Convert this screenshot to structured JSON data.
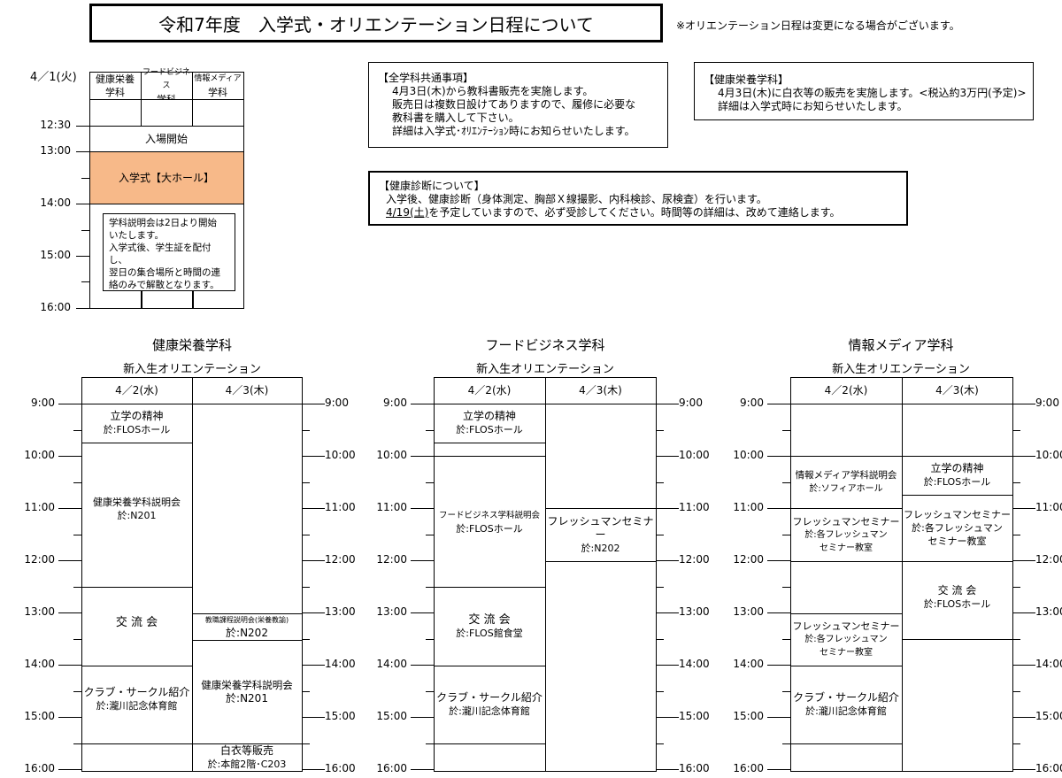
{
  "title": "令和7年度　入学式・オリエンテーション日程について",
  "note": "※オリエンテーション日程は変更になる場合がございます。",
  "ceremony": {
    "date": "4／1(火)",
    "columns": [
      "健康栄養\n学科",
      "フードビジネス\n学科",
      "情報メディア\n学科"
    ],
    "times": [
      "12:30",
      "13:00",
      "14:00",
      "15:00",
      "16:00"
    ],
    "entry": "入場開始",
    "ceremony": "入学式【大ホール】",
    "notes": [
      "学科説明会は2日より開始",
      "いたします。",
      "入学式後、学生証を配付し、",
      "翌日の集合場所と時間の連",
      "絡のみで解散となります。"
    ]
  },
  "common": {
    "title": "【全学科共通事項】",
    "lines": [
      "4月3日(木)から教科書販売を実施します。",
      "販売日は複数日設けてありますので、履修に必要な",
      "教科書を購入して下さい。",
      "詳細は入学式･ｵﾘｴﾝﾃｰｼｮﾝ時にお知らせいたします。"
    ]
  },
  "kenko_note": {
    "title": "【健康栄養学科】",
    "lines": [
      "4月3日(木)に白衣等の販売を実施します。<税込約3万円(予定)>",
      "詳細は入学式時にお知らせいたします。"
    ]
  },
  "health": {
    "title": "【健康診断について】",
    "line1": "入学後、健康診断（身体測定、胸部Ｘ線撮影、内科検診、尿検査）を行います。",
    "line2_date": "4/19(土)",
    "line2_rest": "を予定していますので、必ず受診してください。時間等の詳細は、改めて連絡します。"
  },
  "schedules": {
    "subtitle": "新入生オリエンテーション",
    "day_labels": [
      "4／2(水)",
      "4／3(木)"
    ],
    "hours": [
      "9:00",
      "10:00",
      "11:00",
      "12:00",
      "13:00",
      "14:00",
      "15:00",
      "16:00"
    ],
    "kenko": {
      "name": "健康栄養学科",
      "d1": [
        {
          "t": "立学の精神",
          "s": "於:FLOSホール"
        },
        {
          "t": "健康栄養学科説明会",
          "s": "於:N201"
        },
        {
          "t": "交 流 会",
          "s": ""
        },
        {
          "t": "クラブ・サークル紹介",
          "s": "於:瀧川記念体育館"
        }
      ],
      "d2": [
        {
          "t": "教職課程説明会(栄養教諭)",
          "s": "於:N202"
        },
        {
          "t": "健康栄養学科説明会",
          "s": "於:N201"
        },
        {
          "t": "白衣等販売",
          "s": "於:本館2階･C203"
        }
      ]
    },
    "food": {
      "name": "フードビジネス学科",
      "d1": [
        {
          "t": "立学の精神",
          "s": "於:FLOSホール"
        },
        {
          "t": "フードビジネス学科説明会",
          "s": "於:FLOSホール"
        },
        {
          "t": "交 流 会",
          "s": "於:FLOS館食堂"
        },
        {
          "t": "クラブ・サークル紹介",
          "s": "於:瀧川記念体育館"
        }
      ],
      "d2": [
        {
          "t": "フレッシュマンセミナー",
          "s": "於:N202"
        }
      ]
    },
    "media": {
      "name": "情報メディア学科",
      "d1": [
        {
          "t": "情報メディア学科説明会",
          "s": "於:ソフィアホール"
        },
        {
          "t": "フレッシュマンセミナー",
          "s": "於:各フレッシュマン",
          "s2": "セミナー教室"
        },
        {
          "t": "フレッシュマンセミナー",
          "s": "於:各フレッシュマン",
          "s2": "セミナー教室"
        },
        {
          "t": "クラブ・サークル紹介",
          "s": "於:瀧川記念体育館"
        }
      ],
      "d2": [
        {
          "t": "立学の精神",
          "s": "於:FLOSホール"
        },
        {
          "t": "フレッシュマンセミナー",
          "s": "於:各フレッシュマン",
          "s2": "セミナー教室"
        },
        {
          "t": "交 流 会",
          "s": "於:FLOSホール"
        }
      ]
    }
  }
}
